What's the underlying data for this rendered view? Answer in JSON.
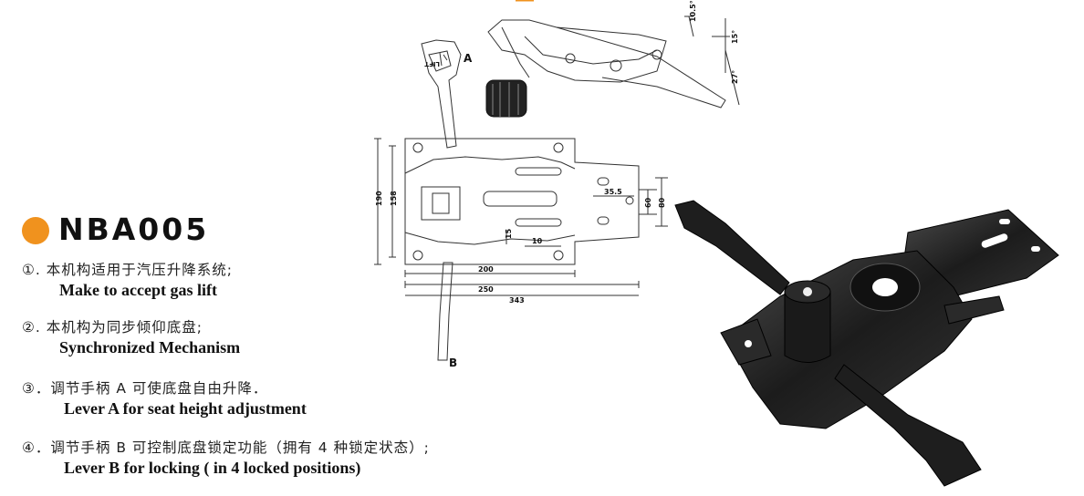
{
  "product": {
    "model": "NBA005",
    "accent_color": "#f0921e"
  },
  "features": [
    {
      "cn": "①. 本机构适用于汽压升降系统;",
      "en": "Make to accept gas lift"
    },
    {
      "cn": "②. 本机构为同步倾仰底盘;",
      "en": "Synchronized Mechanism"
    },
    {
      "cn": "③．调节手柄 A 可使底盘自由升降．",
      "en": "Lever A for seat height adjustment"
    },
    {
      "cn": "④．调节手柄 B 可控制底盘锁定功能（拥有 4 种锁定状态）;",
      "en": "Lever B for locking ( in 4 locked positions)"
    }
  ],
  "drawing": {
    "lever_a_label": "A",
    "lever_b_label": "B",
    "lift_text": "LIFT",
    "dim_190": "190",
    "dim_158": "158",
    "dim_15": "15",
    "dim_10": "10",
    "dim_35_5": "35.5",
    "dim_60": "60",
    "dim_80": "80",
    "dim_200": "200",
    "dim_250": "250",
    "dim_343": "343",
    "angle_10_5": "10.5°",
    "angle_15": "15°",
    "angle_27": "27°"
  }
}
